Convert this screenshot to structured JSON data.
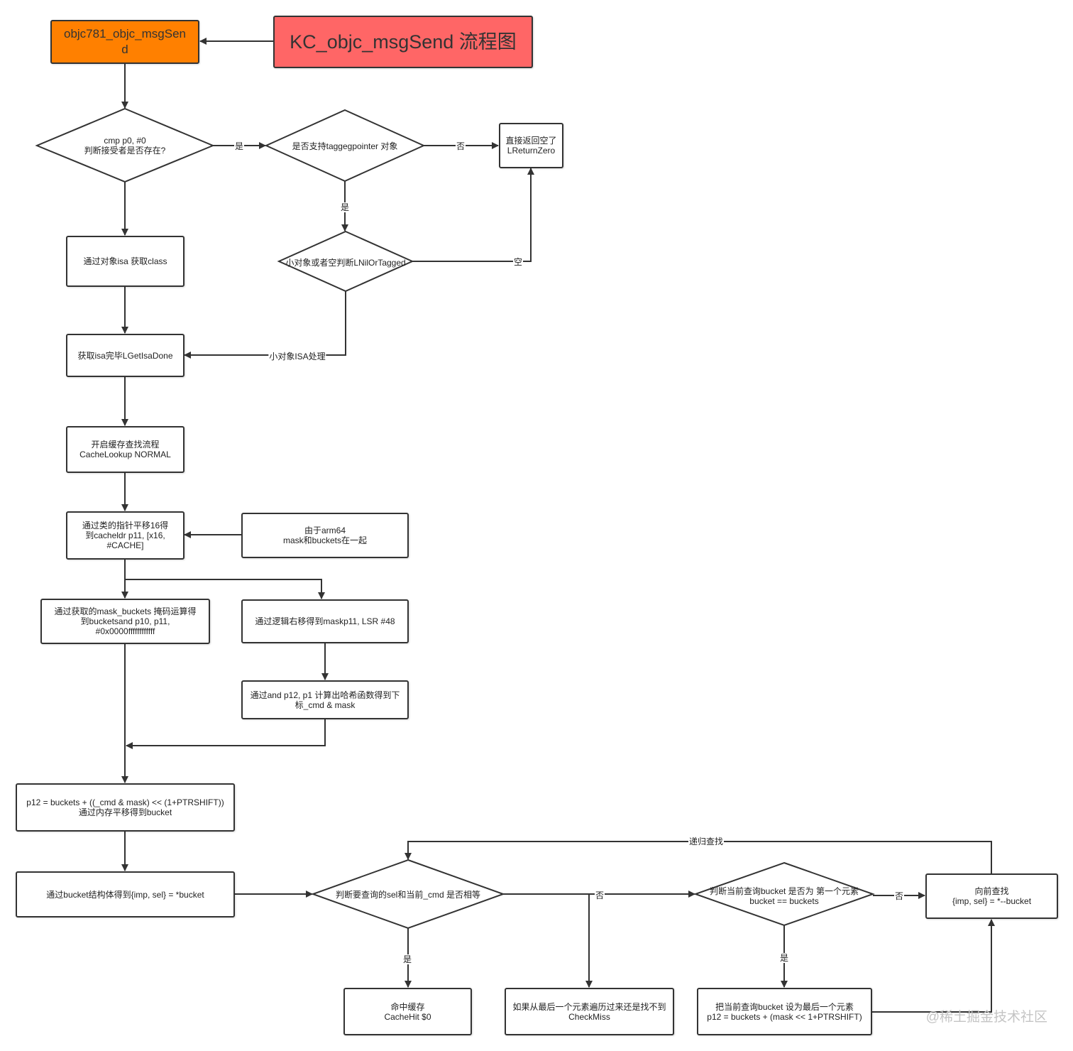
{
  "title": "KC_objc_msgSend 流程图",
  "start": "objc781_objc_msgSen\nd",
  "nodes": {
    "cmp_check": "cmp p0, #0\n判断接受者是否存在?",
    "tagged_support": "是否支持taggegpointer 对象",
    "return_zero": "直接返回空了\nLReturnZero",
    "get_class": "通过对象isa 获取class",
    "nil_or_tagged": "小对象或者空判断LNilOrTagged",
    "get_isa_done": "获取isa完毕LGetIsaDone",
    "cache_lookup": "开启缓存查找流程\nCacheLookup NORMAL",
    "cache_ldr": "通过类的指针平移16得\n到cacheldr p11, [x16,\n#CACHE]",
    "arm64_note": "由于arm64\nmask和buckets在一起",
    "mask_buckets": "通过获取的mask_buckets 掩码运算得\n到bucketsand p10, p11,\n#0x0000ffffffffffff",
    "lsr_mask": "通过逻辑右移得到maskp11, LSR #48",
    "hash_index": "通过and p12, p1 计算出哈希函数得到下\n标_cmd & mask",
    "p12_bucket": "p12 = buckets + ((_cmd & mask) << (1+PTRSHIFT))\n通过内存平移得到bucket",
    "bucket_struct": "通过bucket结构体得到{imp, sel} = *bucket",
    "sel_equal": "判断要查询的sel和当前_cmd 是否相等",
    "first_elem": "判断当前查询bucket 是否为 第一个元素\nbucket == buckets",
    "prev_lookup": "向前查找\n{imp, sel} = *--bucket",
    "cache_hit": "命中缓存\nCacheHit $0",
    "check_miss": "如果从最后一个元素遍历过来还是找不到\nCheckMiss",
    "set_last": "把当前查询bucket 设为最后一个元素\np12 = buckets + (mask << 1+PTRSHIFT)"
  },
  "edge_labels": {
    "yes1": "是",
    "no1": "否",
    "yes2": "是",
    "empty": "空",
    "small_isa": "小对象ISA处理",
    "recursive": "递归查找",
    "no2": "否",
    "no3": "否",
    "yes3": "是",
    "yes4": "是"
  },
  "watermark": "@稀土掘金技术社区",
  "colors": {
    "start_fill": "#ff8000",
    "title_fill": "#ff6666",
    "stroke": "#333333"
  }
}
